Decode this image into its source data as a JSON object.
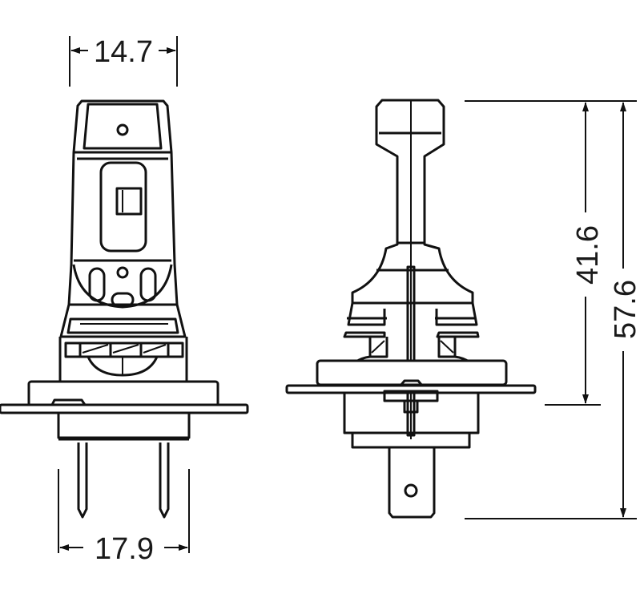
{
  "diagram": {
    "front_view": {
      "dim_top_width": "14.7",
      "dim_bottom_width": "17.9"
    },
    "side_view": {
      "dim_body_height": "41.6",
      "dim_total_height": "57.6"
    },
    "colors": {
      "line": "#111111",
      "background": "#ffffff"
    }
  }
}
